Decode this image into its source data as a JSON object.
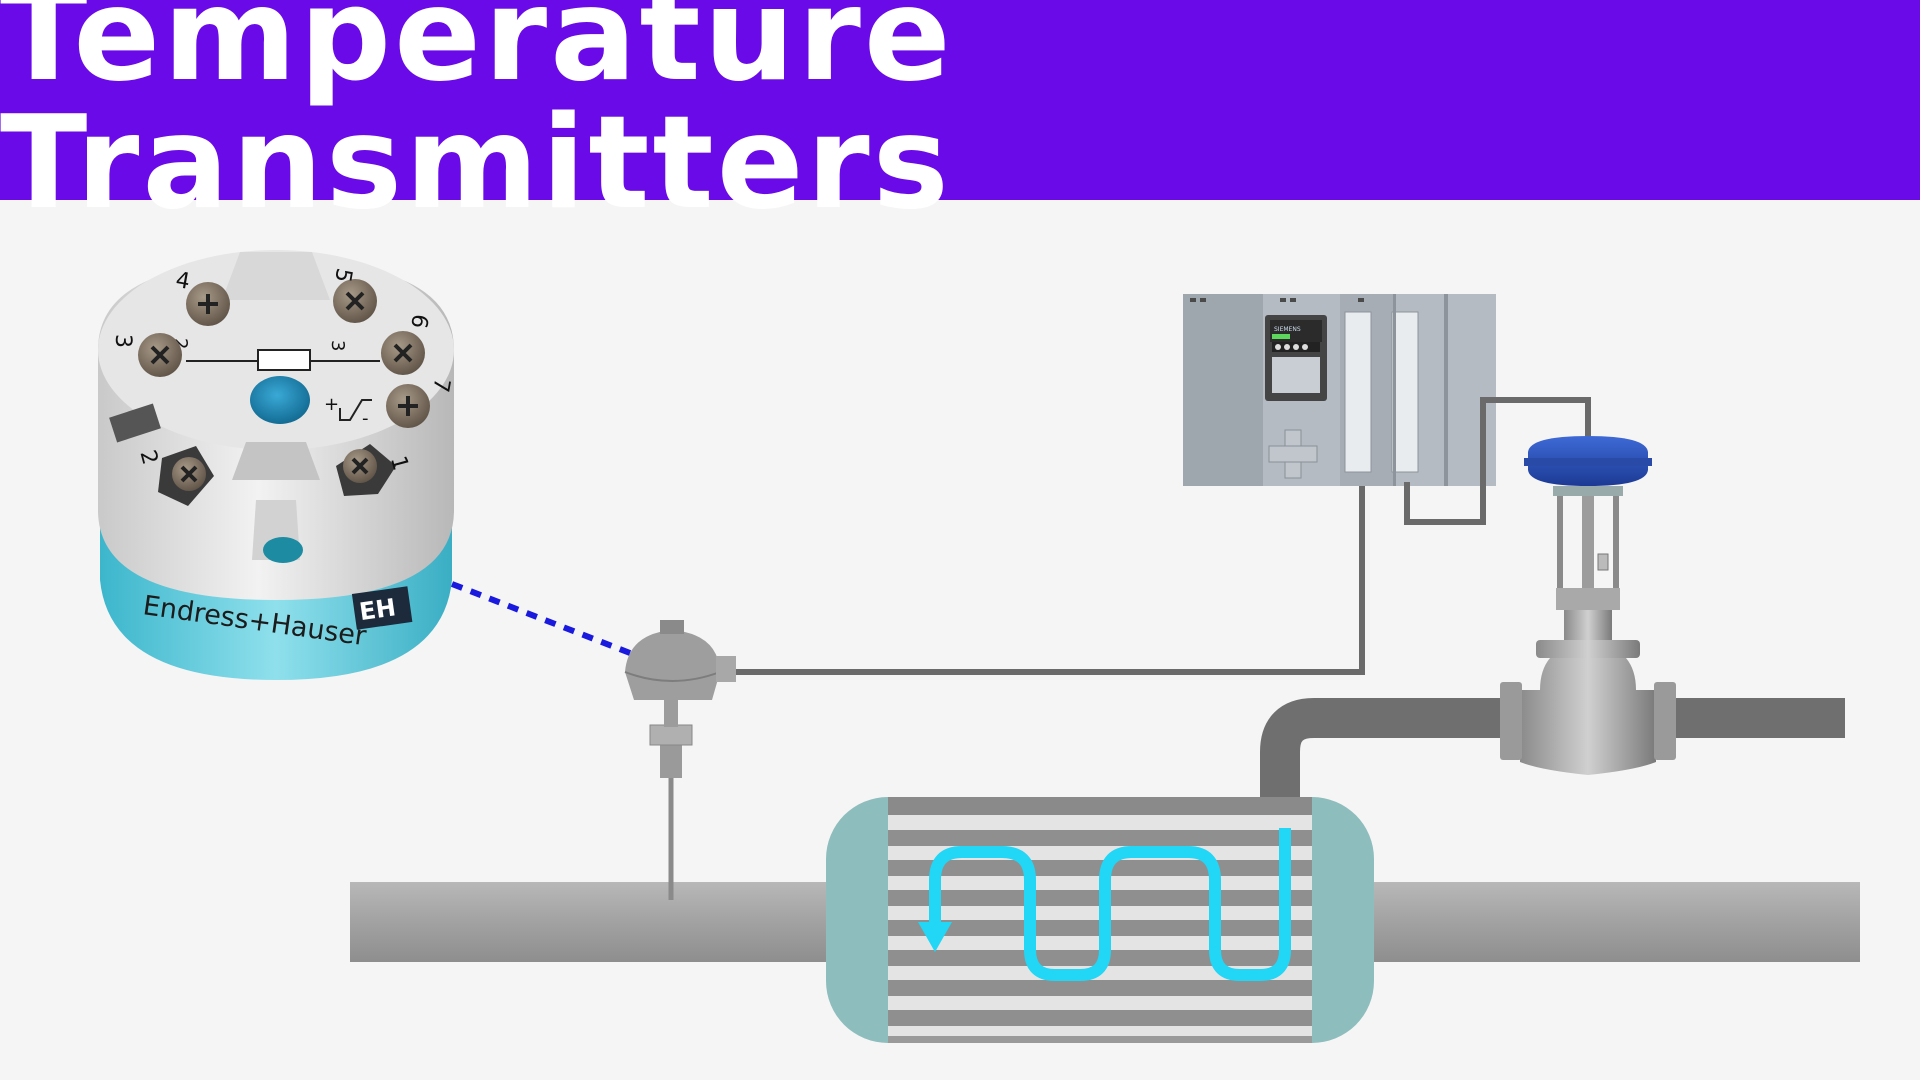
{
  "header": {
    "title": "Temperature Transmitters"
  },
  "transmitter": {
    "brand": "Endress+Hauser",
    "logo_text": "EH",
    "terminals": [
      "1",
      "2",
      "3",
      "4",
      "5",
      "6",
      "7"
    ],
    "symbol_labels": {
      "two": "2",
      "three": "3",
      "plus": "+",
      "minus": "-"
    }
  },
  "plc": {
    "brand": "SIEMENS"
  },
  "colors": {
    "header_bg": "#6a0ae8",
    "signal_link": "#1a1adf",
    "transmitter_band": "#4fc3d6",
    "valve_actuator": "#2b4fb8",
    "flow_arrow": "#22d6f5",
    "exchanger_shell": "#8ebdbd"
  },
  "icons": [
    "temperature-transmitter-icon",
    "rtd-sensor-icon",
    "plc-controller-icon",
    "control-valve-icon",
    "heat-exchanger-icon",
    "flow-arrow-icon"
  ]
}
